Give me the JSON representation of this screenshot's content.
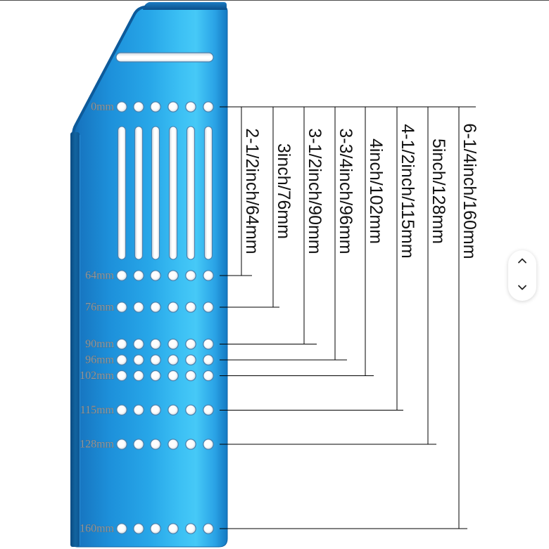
{
  "jig": {
    "rows": [
      {
        "mm": 0,
        "label": "0mm"
      },
      {
        "mm": 64,
        "label": "64mm"
      },
      {
        "mm": 76,
        "label": "76mm"
      },
      {
        "mm": 90,
        "label": "90mm"
      },
      {
        "mm": 96,
        "label": "96mm"
      },
      {
        "mm": 102,
        "label": "102mm"
      },
      {
        "mm": 115,
        "label": "115mm"
      },
      {
        "mm": 128,
        "label": "128mm"
      },
      {
        "mm": 160,
        "label": "160mm"
      }
    ]
  },
  "callouts": [
    {
      "mm": 64,
      "label": "2-1/2inch/64mm"
    },
    {
      "mm": 76,
      "label": "3inch/76mm"
    },
    {
      "mm": 90,
      "label": "3-1/2inch/90mm"
    },
    {
      "mm": 96,
      "label": "3-3/4inch/96mm"
    },
    {
      "mm": 102,
      "label": "4inch/102mm"
    },
    {
      "mm": 115,
      "label": "4-1/2inch/115mm"
    },
    {
      "mm": 128,
      "label": "5inch/128mm"
    },
    {
      "mm": 160,
      "label": "6-1/4inch/160mm"
    }
  ],
  "nav": {
    "up_icon": "chevron-up-icon",
    "down_icon": "chevron-down-icon"
  },
  "colors": {
    "jig_blue": "#2aa9ea",
    "jig_dark": "#0d5c9d",
    "leader_line": "#000000",
    "callout_text": "#111111",
    "hole": "#ffffff"
  }
}
